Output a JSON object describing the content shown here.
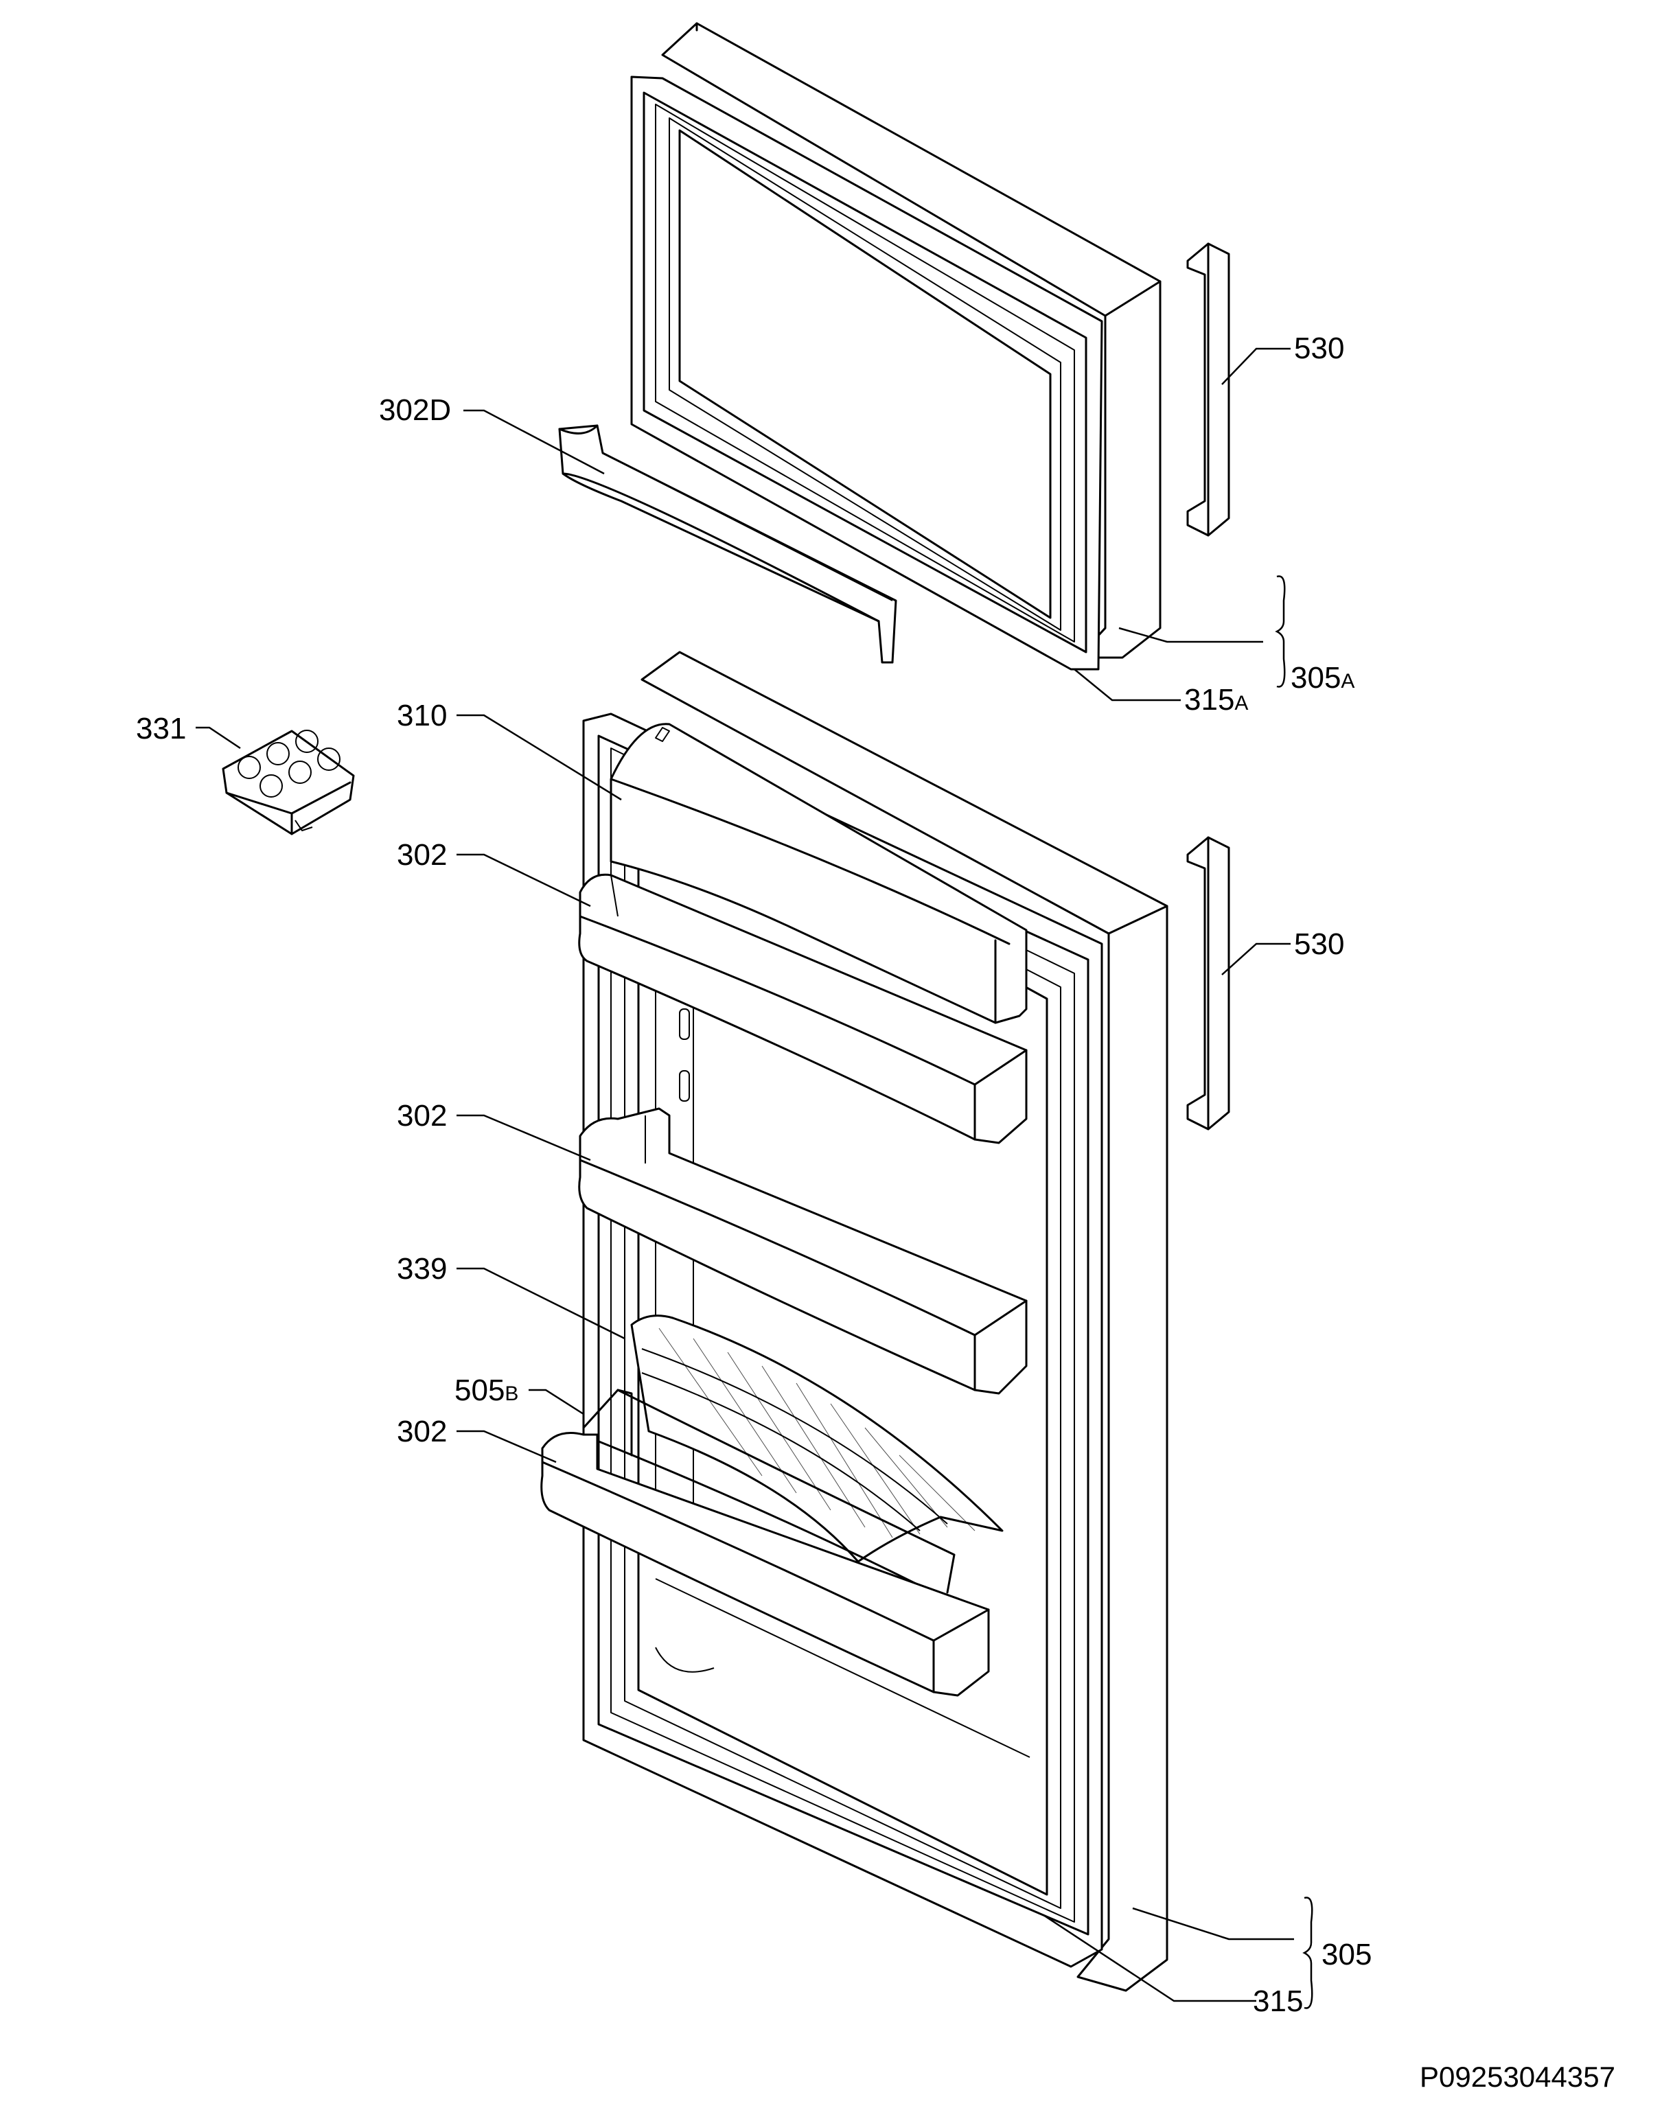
{
  "labels": {
    "l530_top": "530",
    "l302d": "302D",
    "l315a_num": "315",
    "l315a_suf": "A",
    "l305a_num": "305",
    "l305a_suf": "A",
    "l331": "331",
    "l310": "310",
    "l302_1": "302",
    "l530_bot": "530",
    "l302_2": "302",
    "l339": "339",
    "l505b_num": "505",
    "l505b_suf": "B",
    "l302_3": "302",
    "l305": "305",
    "l315": "315"
  },
  "drawing_code": "P09253044357"
}
